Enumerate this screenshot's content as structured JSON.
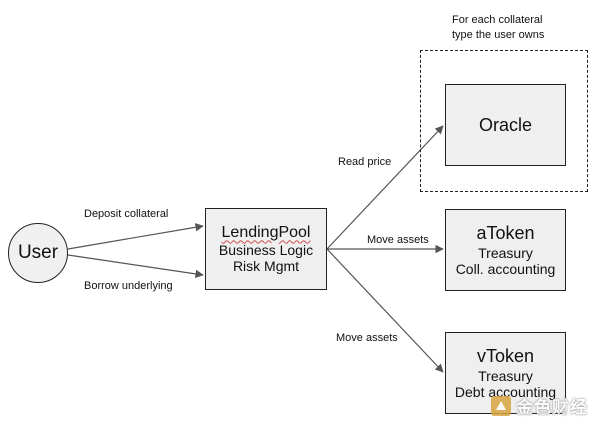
{
  "nodes": {
    "user": {
      "label": "User"
    },
    "lending_pool": {
      "title": "LendingPool",
      "line1": "Business Logic",
      "line2": "Risk Mgmt"
    },
    "oracle": {
      "label": "Oracle"
    },
    "atoken": {
      "title": "aToken",
      "line1": "Treasury",
      "line2": "Coll. accounting"
    },
    "vtoken": {
      "title": "vToken",
      "line1": "Treasury",
      "line2": "Debt accounting"
    }
  },
  "edges": {
    "deposit": "Deposit collateral",
    "borrow": "Borrow underlying",
    "read_price": "Read price",
    "move_assets_atoken": "Move assets",
    "move_assets_vtoken": "Move assets"
  },
  "note": {
    "line1": "For each collateral",
    "line2": "type the user owns"
  },
  "watermark": {
    "text": "金色财经"
  }
}
